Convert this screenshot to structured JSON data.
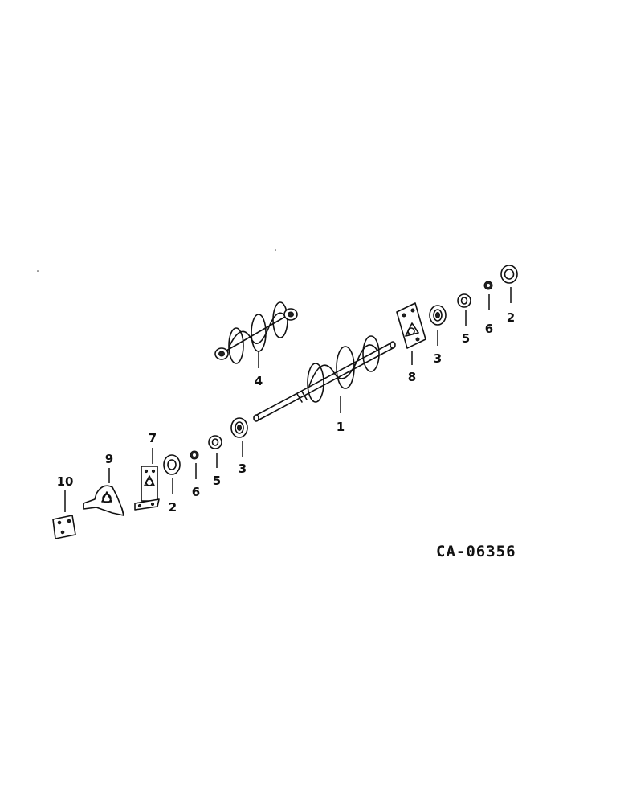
{
  "diagram": {
    "reference_code": "CA-06356",
    "callouts": {
      "auger_shaft": "1",
      "outer_ring_left": "2",
      "outer_ring_right": "2",
      "bearing_left": "3",
      "bearing_right": "3",
      "flighting": "4",
      "collar_left": "5",
      "collar_right": "5",
      "nut_left": "6",
      "nut_right": "6",
      "bracket_plate": "7",
      "flange_plate": "8",
      "bearing_housing": "9",
      "shim_plate": "10"
    }
  }
}
